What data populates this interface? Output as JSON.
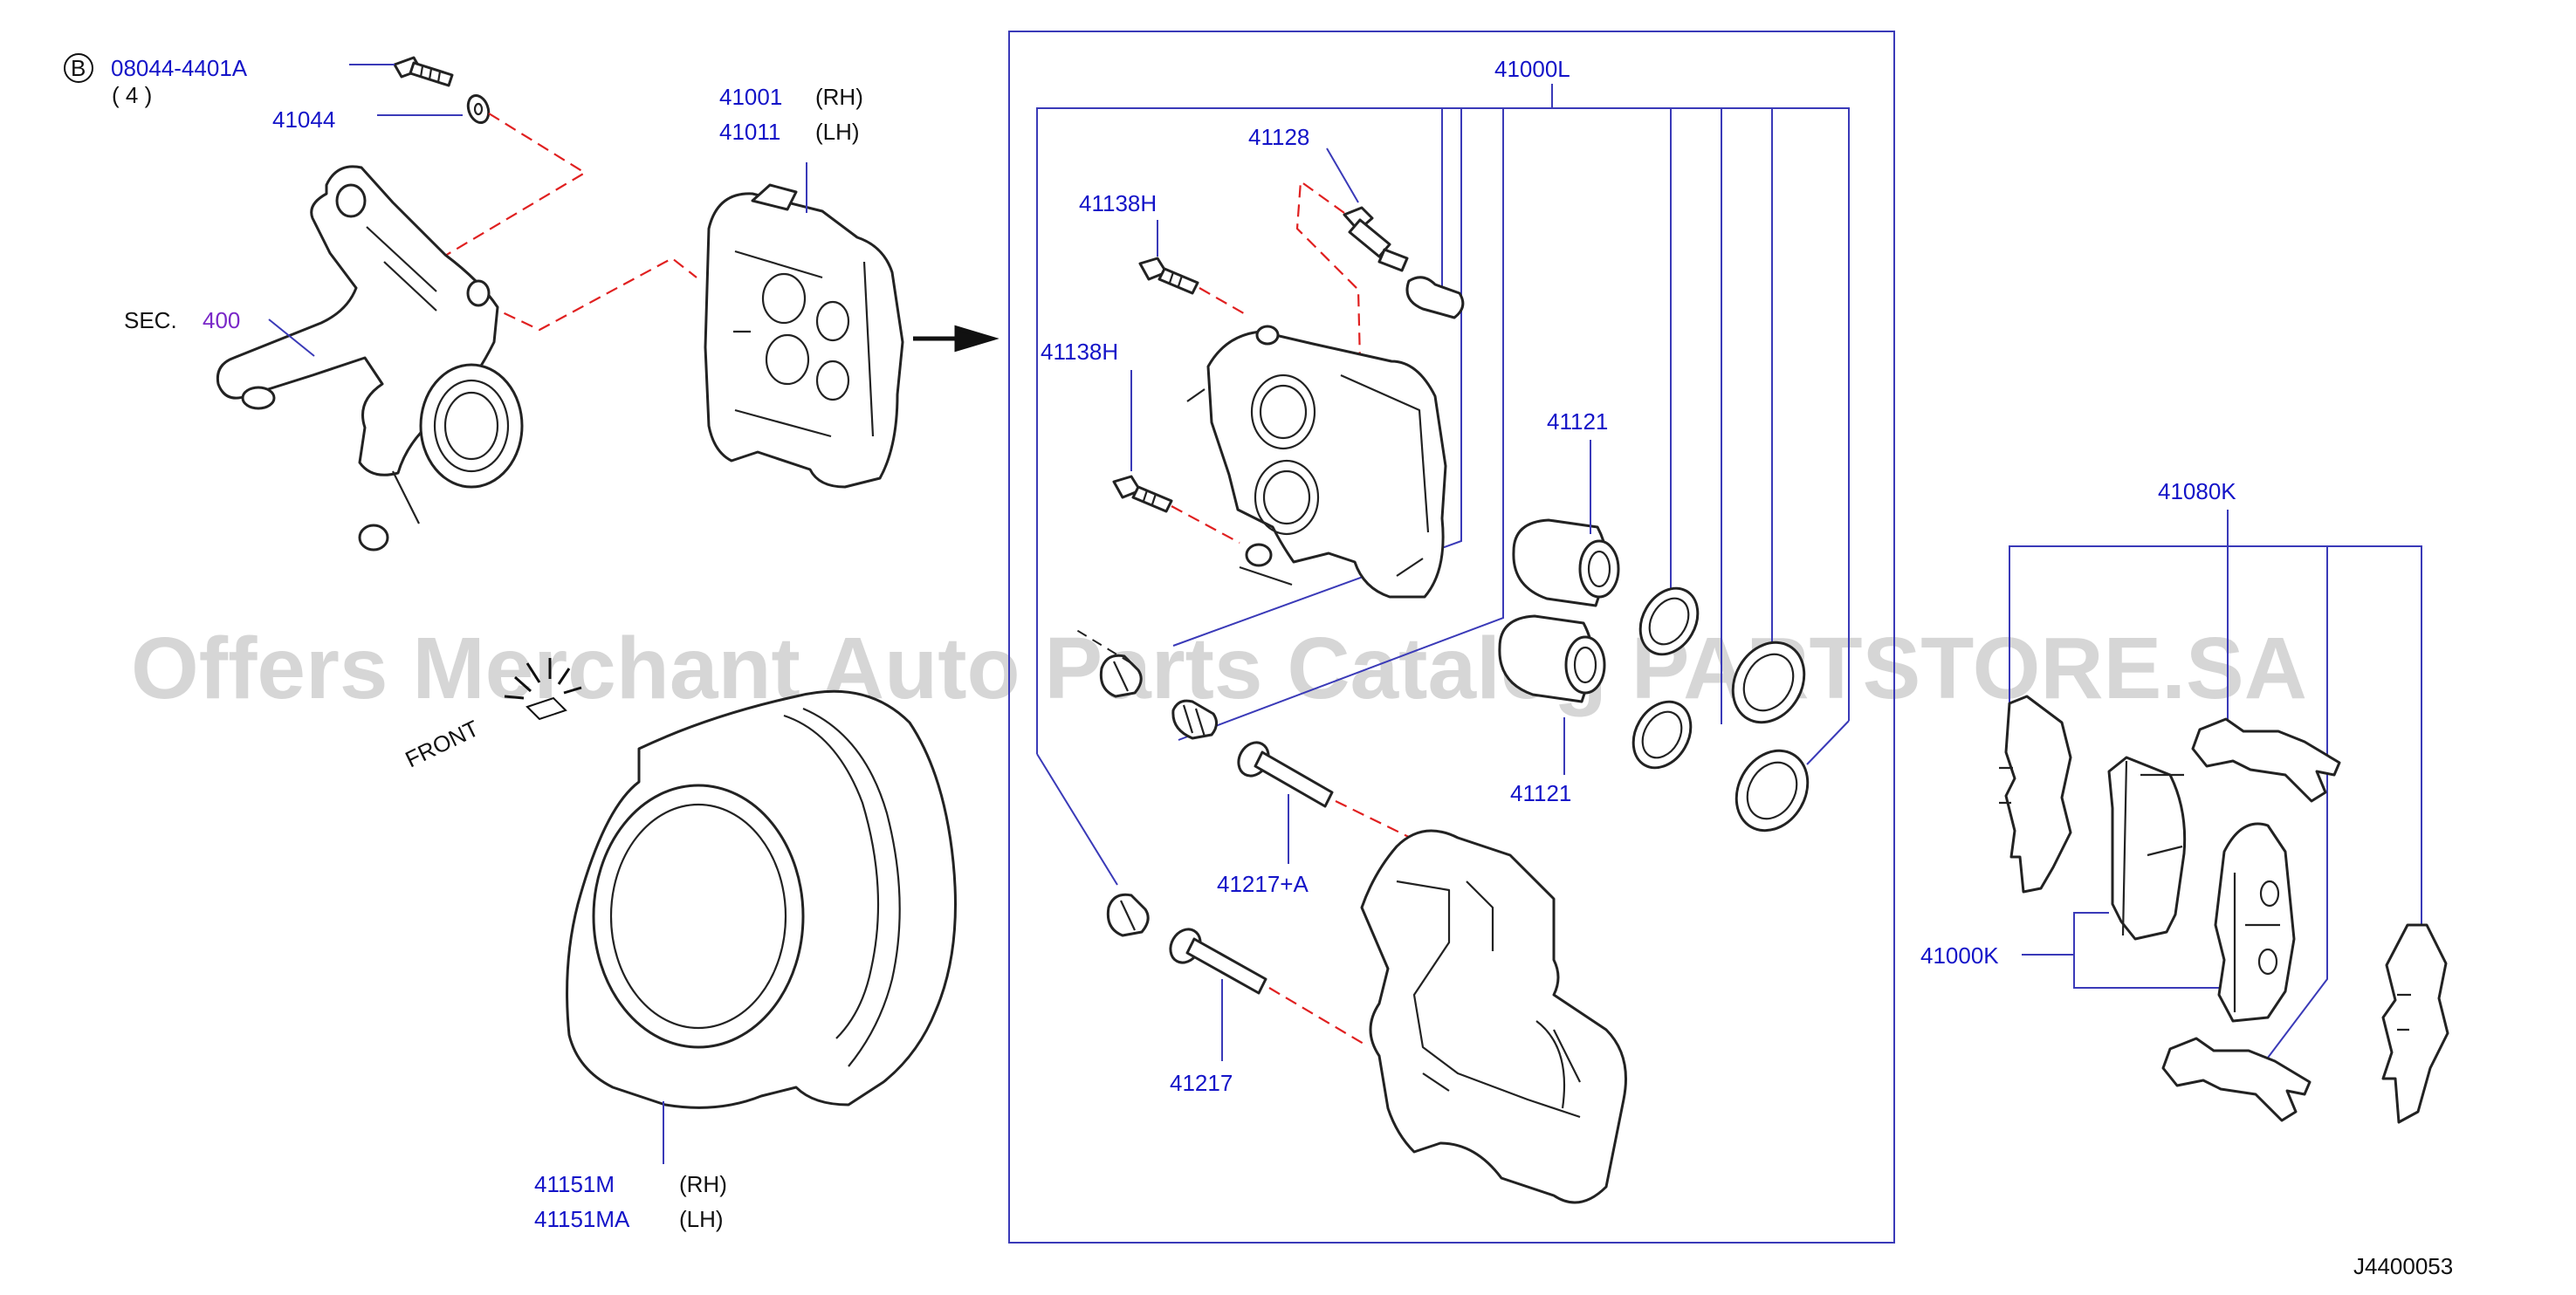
{
  "labels": {
    "bolt_pn": "08044-4401A",
    "bolt_badge": "B",
    "bolt_qty": "( 4 )",
    "washer": "41044",
    "knuckle_prefix": "SEC.",
    "knuckle_num": "400",
    "caliper_rh": "41001",
    "caliper_rh_side": "(RH)",
    "caliper_lh": "41011",
    "caliper_lh_side": "(LH)",
    "assembly": "41000L",
    "bleeder": "41128",
    "bolt_upper": "41138H",
    "bolt_lower": "41138H",
    "piston_upper": "41121",
    "piston_lower": "41121",
    "pin_upper": "41217+A",
    "pin_lower": "41217",
    "plate_rh": "41151M",
    "plate_rh_side": "(RH)",
    "plate_lh": "41151MA",
    "plate_lh_side": "(LH)",
    "front": "FRONT",
    "hardware_kit": "41080K",
    "pad_kit": "41000K",
    "diagram_code": "J4400053"
  },
  "watermark": "Offers Merchant Auto Parts Catalog PARTSTORE.SA",
  "colors": {
    "part_number": "#1414c8",
    "leader": "#3a3ab8",
    "mount_dashes": "#e02020",
    "section_ref": "#7a28c8"
  }
}
